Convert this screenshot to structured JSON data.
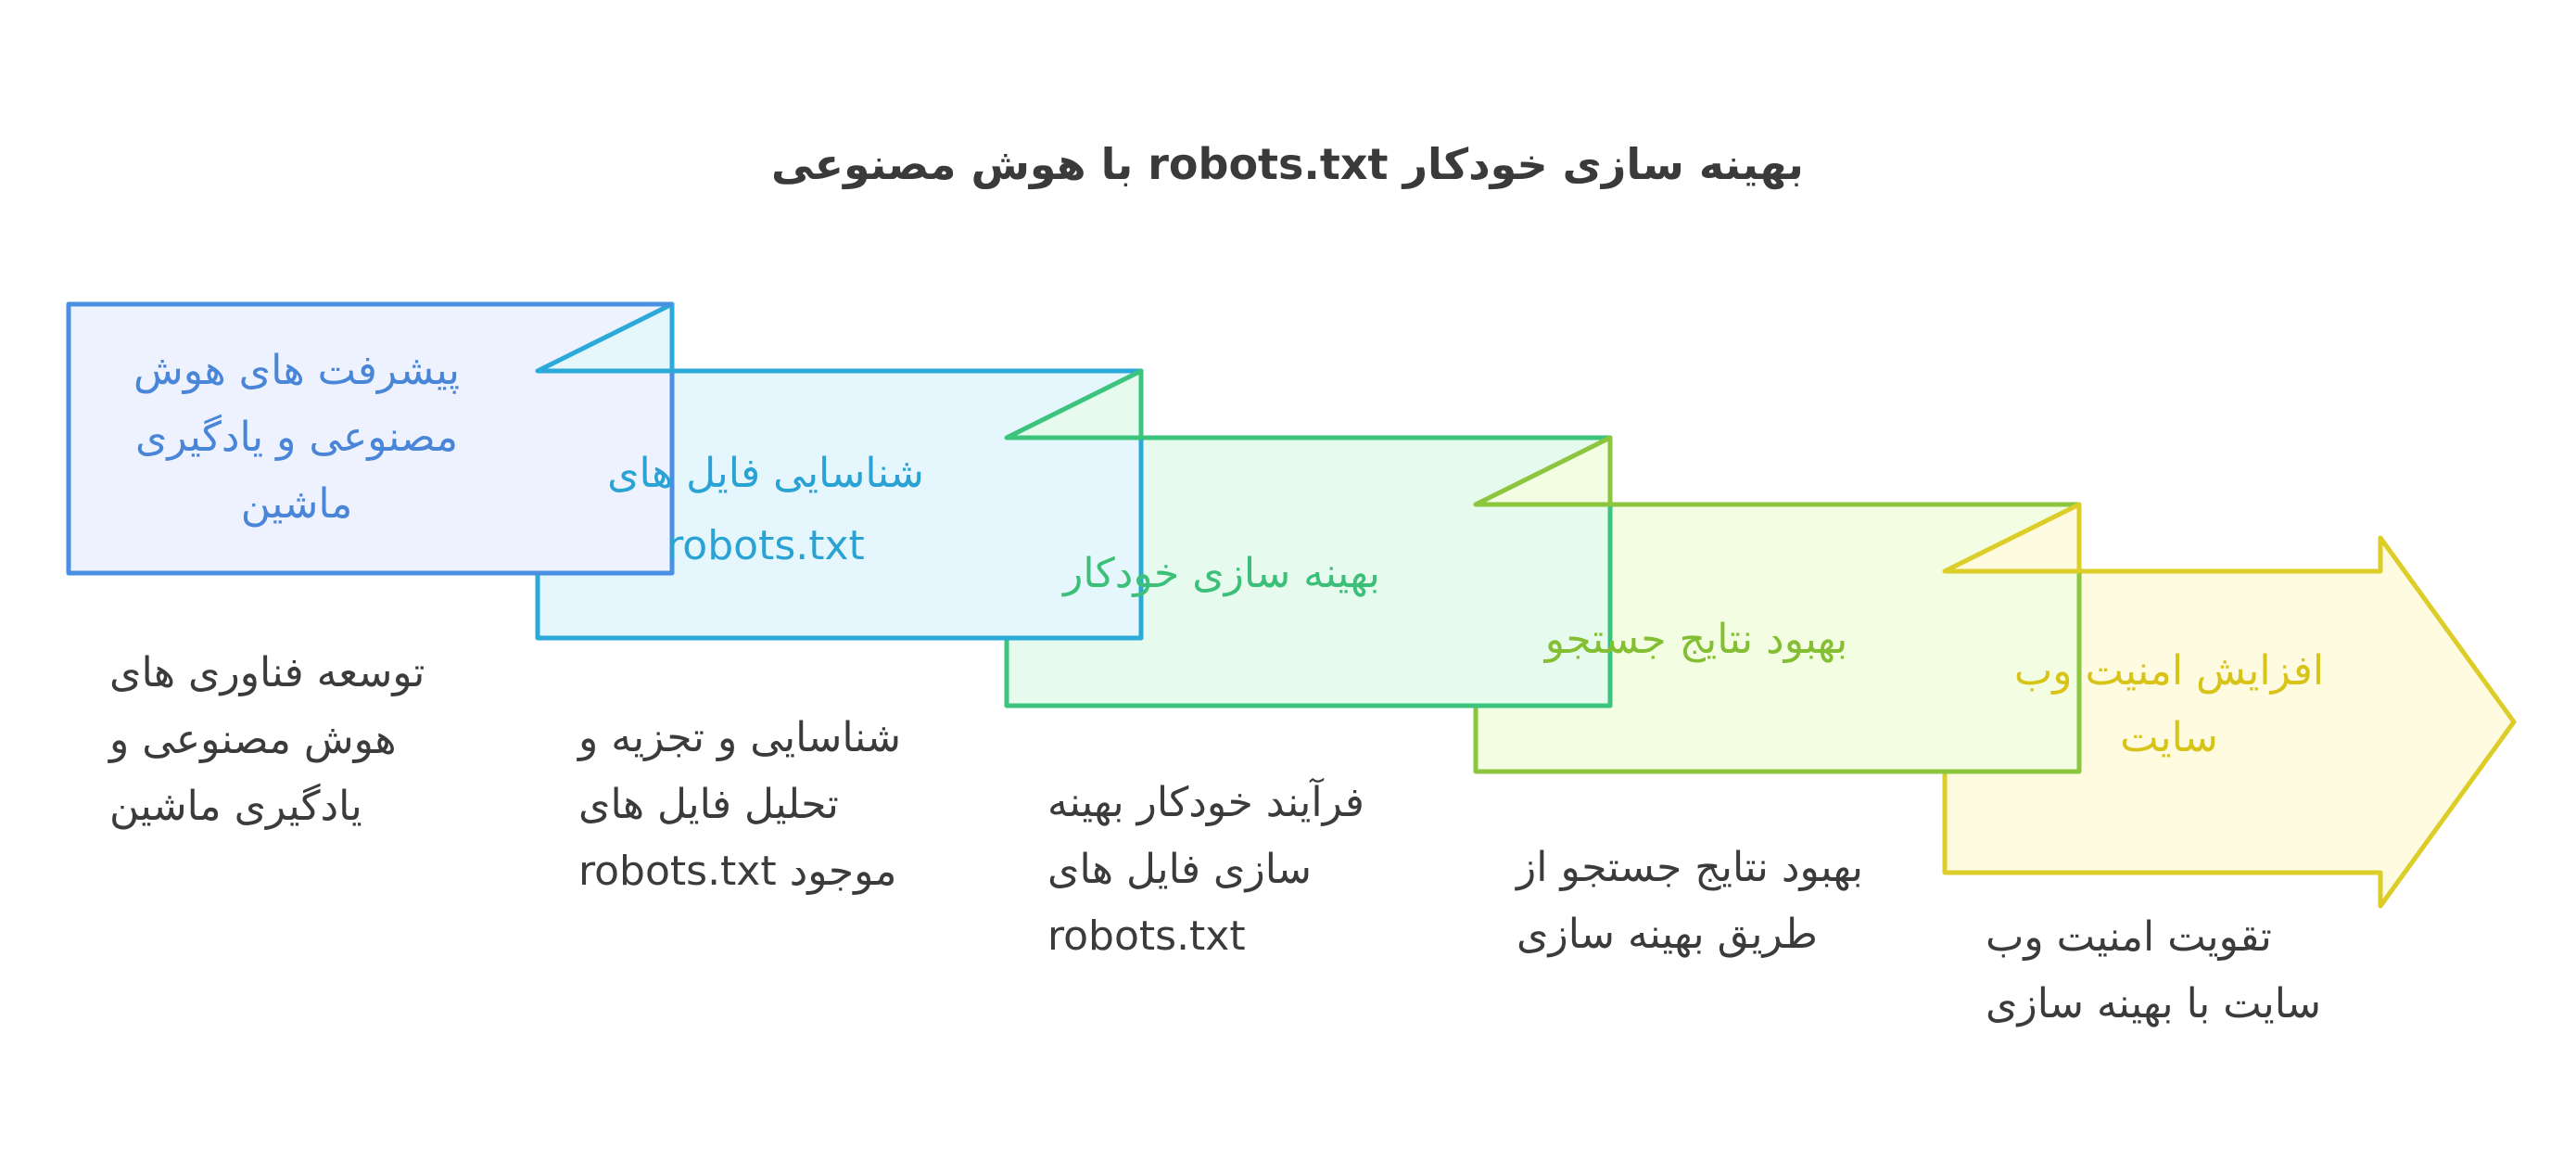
{
  "title": "با هوش مصنوعی robots.txt بهینه سازی خودکار",
  "stages": [
    {
      "label_lines": [
        "پیشرفت های هوش",
        "مصنوعی و یادگیری",
        "ماشین"
      ],
      "description_lines": [
        "توسعه فناوری های",
        "هوش مصنوعی و",
        "یادگیری ماشین"
      ],
      "colors": {
        "stroke": "#4a90e2",
        "fill": "#edf2fe",
        "text": "#4a86d8"
      }
    },
    {
      "label_lines": [
        "شناسایی فایل های",
        "robots.txt"
      ],
      "description_lines": [
        "شناسایی و تجزیه و",
        "تحلیل فایل های",
        "robots.txt موجود"
      ],
      "colors": {
        "stroke": "#2ba9d8",
        "fill": "#e6f6fd",
        "text": "#2aa3d4"
      }
    },
    {
      "label_lines": [
        "بهینه سازی خودکار"
      ],
      "description_lines": [
        "فرآیند خودکار بهینه",
        "سازی فایل های",
        "robots.txt"
      ],
      "colors": {
        "stroke": "#3cc47c",
        "fill": "#e6fbee",
        "text": "#3cbf78"
      }
    },
    {
      "label_lines": [
        "بهبود نتایج جستجو"
      ],
      "description_lines": [
        "بهبود نتایج جستجو از",
        "طریق بهینه سازی"
      ],
      "colors": {
        "stroke": "#8cc63f",
        "fill": "#f2fde2",
        "text": "#84be32"
      }
    },
    {
      "label_lines": [
        "افزایش امنیت وب",
        "سایت"
      ],
      "description_lines": [
        "تقویت امنیت وب",
        "سایت با بهینه سازی"
      ],
      "colors": {
        "stroke": "#dccd28",
        "fill": "#fefbe0",
        "text": "#d8c418"
      }
    }
  ]
}
